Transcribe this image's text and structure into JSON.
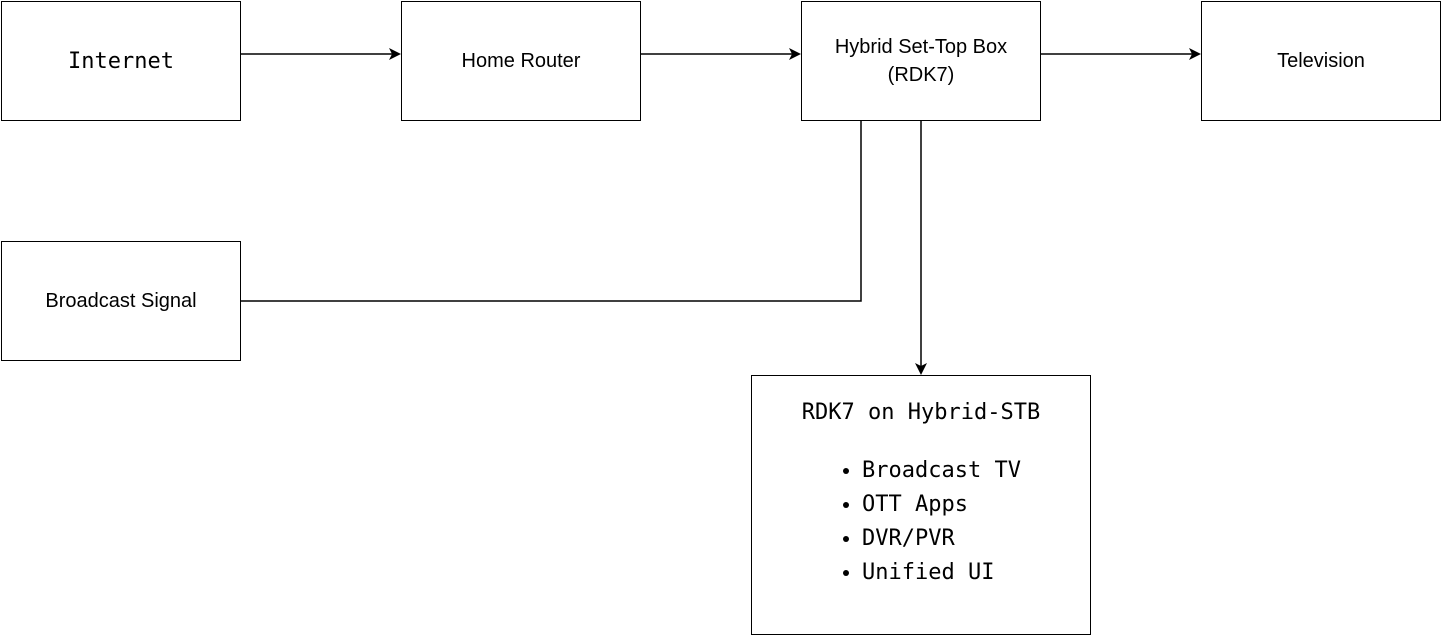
{
  "nodes": {
    "internet": "Internet",
    "home_router": "Home Router",
    "set_top_box": {
      "line1": "Hybrid Set-Top Box",
      "line2": "(RDK7)"
    },
    "television": "Television",
    "broadcast_signal": "Broadcast Signal"
  },
  "rdk_panel": {
    "title": "RDK7 on Hybrid-STB",
    "features": [
      "Broadcast TV",
      "OTT Apps",
      "DVR/PVR",
      "Unified UI"
    ]
  },
  "edges": [
    {
      "from": "internet",
      "to": "home_router",
      "arrow": true
    },
    {
      "from": "home_router",
      "to": "set_top_box",
      "arrow": true
    },
    {
      "from": "set_top_box",
      "to": "television",
      "arrow": true
    },
    {
      "from": "broadcast_signal",
      "to": "set_top_box",
      "arrow": false
    },
    {
      "from": "set_top_box",
      "to": "rdk_panel",
      "arrow": true
    }
  ]
}
